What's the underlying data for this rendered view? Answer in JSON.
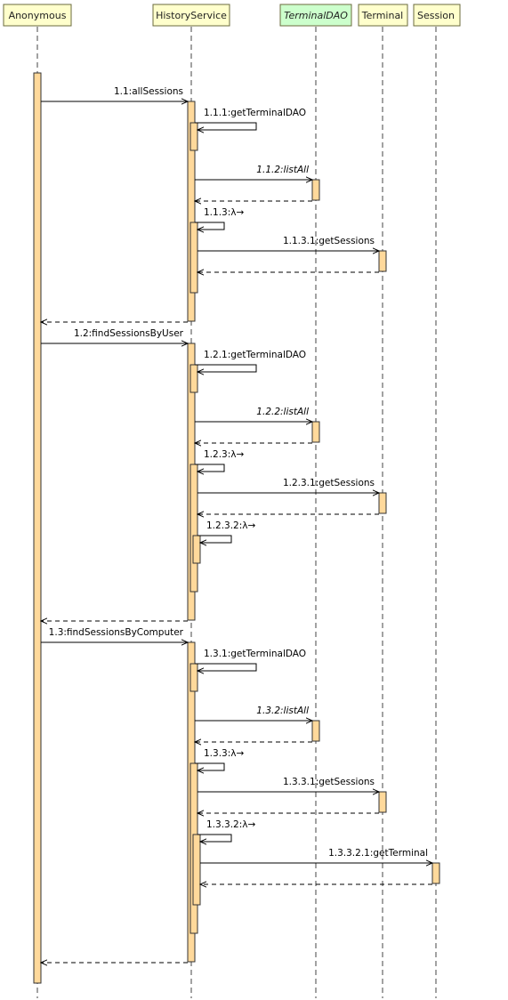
{
  "participants": [
    {
      "id": "anon",
      "label": "Anonymous",
      "italic": false,
      "fill": "#ffffcc"
    },
    {
      "id": "hist",
      "label": "HistoryService",
      "italic": false,
      "fill": "#ffffcc"
    },
    {
      "id": "dao",
      "label": "TerminalDAO",
      "italic": true,
      "fill": "#ccffcc"
    },
    {
      "id": "term",
      "label": "Terminal",
      "italic": false,
      "fill": "#ffffcc"
    },
    {
      "id": "sess",
      "label": "Session",
      "italic": false,
      "fill": "#ffffcc"
    }
  ],
  "messages": [
    {
      "label": "1.1:allSessions",
      "from": "anon",
      "to": "hist",
      "kind": "call",
      "italic": false
    },
    {
      "label": "1.1.1:getTerminalDAO",
      "from": "hist",
      "to": "hist",
      "kind": "self",
      "italic": false
    },
    {
      "label": "1.1.2:listAll",
      "from": "hist",
      "to": "dao",
      "kind": "call",
      "italic": true
    },
    {
      "label": "",
      "from": "dao",
      "to": "hist",
      "kind": "return",
      "italic": false
    },
    {
      "label": "1.1.3:λ→",
      "from": "hist",
      "to": "hist",
      "kind": "self",
      "italic": false
    },
    {
      "label": "1.1.3.1:getSessions",
      "from": "hist",
      "to": "term",
      "kind": "call",
      "italic": false
    },
    {
      "label": "",
      "from": "term",
      "to": "hist",
      "kind": "return",
      "italic": false
    },
    {
      "label": "",
      "from": "hist",
      "to": "anon",
      "kind": "return",
      "italic": false
    },
    {
      "label": "1.2:findSessionsByUser",
      "from": "anon",
      "to": "hist",
      "kind": "call",
      "italic": false
    },
    {
      "label": "1.2.1:getTerminalDAO",
      "from": "hist",
      "to": "hist",
      "kind": "self",
      "italic": false
    },
    {
      "label": "1.2.2:listAll",
      "from": "hist",
      "to": "dao",
      "kind": "call",
      "italic": true
    },
    {
      "label": "",
      "from": "dao",
      "to": "hist",
      "kind": "return",
      "italic": false
    },
    {
      "label": "1.2.3:λ→",
      "from": "hist",
      "to": "hist",
      "kind": "self",
      "italic": false
    },
    {
      "label": "1.2.3.1:getSessions",
      "from": "hist",
      "to": "term",
      "kind": "call",
      "italic": false
    },
    {
      "label": "",
      "from": "term",
      "to": "hist",
      "kind": "return",
      "italic": false
    },
    {
      "label": "1.2.3.2:λ→",
      "from": "hist",
      "to": "hist",
      "kind": "self",
      "italic": false
    },
    {
      "label": "",
      "from": "hist",
      "to": "anon",
      "kind": "return",
      "italic": false
    },
    {
      "label": "1.3:findSessionsByComputer",
      "from": "anon",
      "to": "hist",
      "kind": "call",
      "italic": false
    },
    {
      "label": "1.3.1:getTerminalDAO",
      "from": "hist",
      "to": "hist",
      "kind": "self",
      "italic": false
    },
    {
      "label": "1.3.2:listAll",
      "from": "hist",
      "to": "dao",
      "kind": "call",
      "italic": true
    },
    {
      "label": "",
      "from": "dao",
      "to": "hist",
      "kind": "return",
      "italic": false
    },
    {
      "label": "1.3.3:λ→",
      "from": "hist",
      "to": "hist",
      "kind": "self",
      "italic": false
    },
    {
      "label": "1.3.3.1:getSessions",
      "from": "hist",
      "to": "term",
      "kind": "call",
      "italic": false
    },
    {
      "label": "",
      "from": "term",
      "to": "hist",
      "kind": "return",
      "italic": false
    },
    {
      "label": "1.3.3.2:λ→",
      "from": "hist",
      "to": "hist",
      "kind": "self",
      "italic": false
    },
    {
      "label": "1.3.3.2.1:getTerminal",
      "from": "hist",
      "to": "sess",
      "kind": "call",
      "italic": false
    },
    {
      "label": "",
      "from": "sess",
      "to": "hist",
      "kind": "return",
      "italic": false
    },
    {
      "label": "",
      "from": "hist",
      "to": "anon",
      "kind": "return",
      "italic": false
    }
  ]
}
